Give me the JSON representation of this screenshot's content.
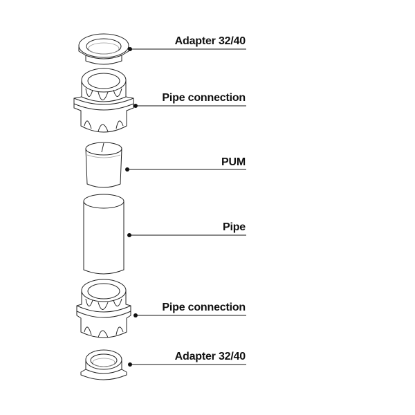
{
  "parts": [
    {
      "label": "Adapter 32/40"
    },
    {
      "label": "Pipe connection"
    },
    {
      "label": "PUM"
    },
    {
      "label": "Pipe"
    },
    {
      "label": "Pipe connection"
    },
    {
      "label": "Adapter 32/40"
    }
  ]
}
